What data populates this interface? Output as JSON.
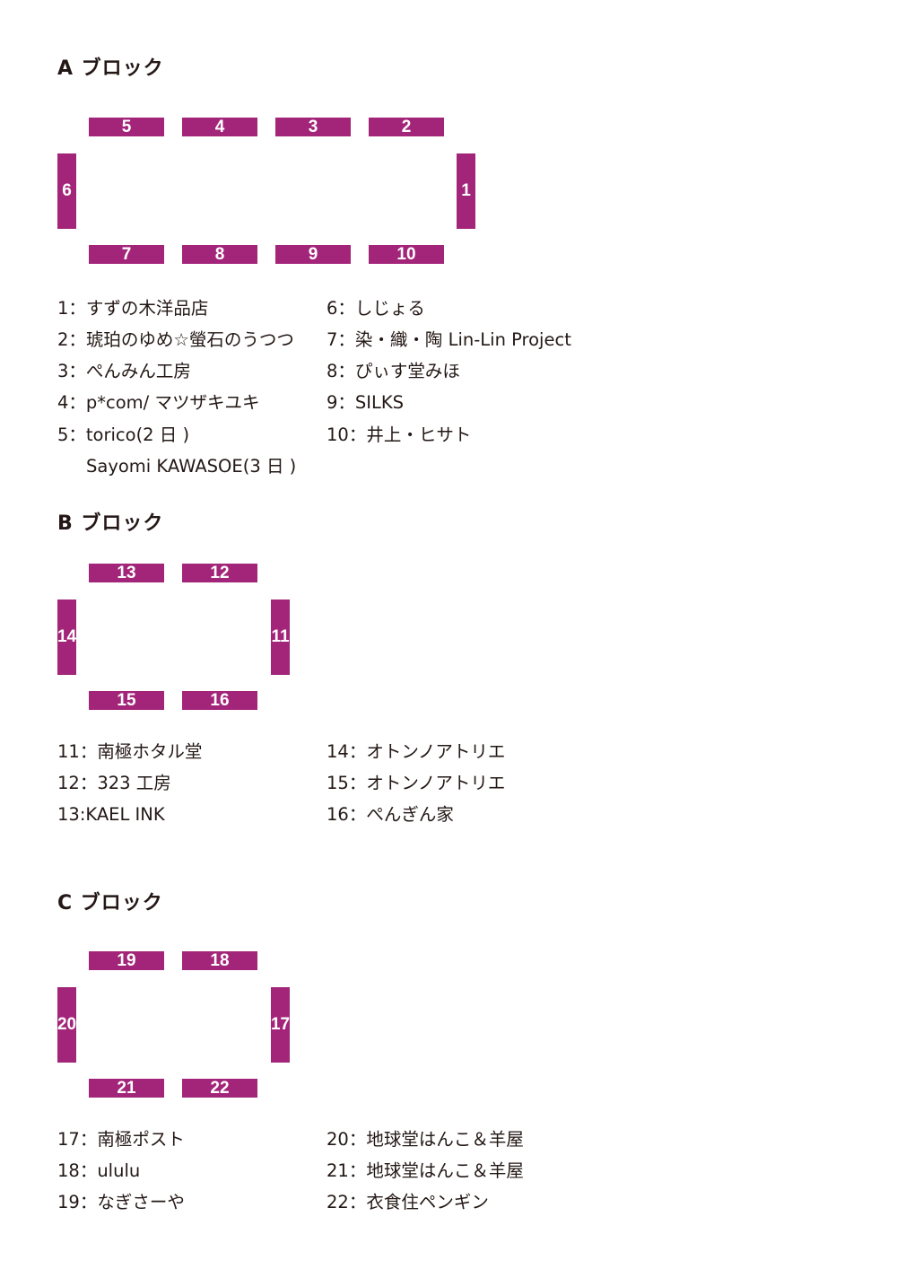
{
  "colors": {
    "booth": "#a3257a",
    "text": "#231815"
  },
  "blocks": {
    "a": {
      "title": "A ブロック",
      "booths": [
        "1",
        "2",
        "3",
        "4",
        "5",
        "6",
        "7",
        "8",
        "9",
        "10"
      ],
      "entries": [
        "1：すずの木洋品店",
        "2：琥珀のゆめ☆螢石のうつつ",
        "3：ぺんみん工房",
        "4：p*com/ マツザキユキ",
        "5：torico(2 日 )",
        "Sayomi KAWASOE(3 日 )",
        "6：しじょる",
        "7：染・織・陶 Lin-Lin Project",
        "8：ぴぃす堂みほ",
        "9：SILKS",
        "10：井上・ヒサト"
      ]
    },
    "b": {
      "title": "B ブロック",
      "booths": [
        "11",
        "12",
        "13",
        "14",
        "15",
        "16"
      ],
      "entries": [
        "11：南極ホタル堂",
        "12：323 工房",
        "13:KAEL INK",
        "14：オトンノアトリエ",
        "15：オトンノアトリエ",
        "16：ぺんぎん家"
      ]
    },
    "c": {
      "title": "C ブロック",
      "booths": [
        "17",
        "18",
        "19",
        "20",
        "21",
        "22"
      ],
      "entries": [
        "17：南極ポスト",
        "18：ululu",
        "19：なぎさーや",
        "20：地球堂はんこ＆羊屋",
        "21：地球堂はんこ＆羊屋",
        "22：衣食住ペンギン"
      ]
    }
  }
}
